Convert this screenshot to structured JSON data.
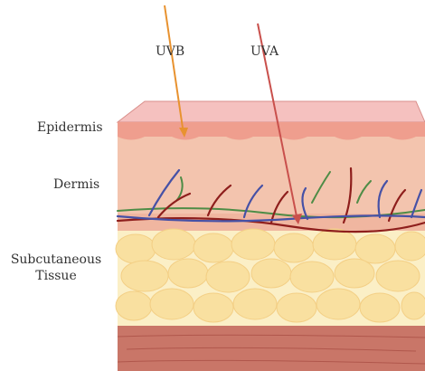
{
  "rays": {
    "uvb": {
      "label": "UVB",
      "color": "#e8922f"
    },
    "uva": {
      "label": "UVA",
      "color": "#c9504c"
    }
  },
  "layers": {
    "epidermis": {
      "label": "Epidermis",
      "top_color": "#f2b5b3",
      "color": "#ea9a8a"
    },
    "dermis": {
      "label": "Dermis",
      "color": "#f2c2ae"
    },
    "subcutaneous": {
      "label_line1": "Subcutaneous",
      "label_line2": "Tissue",
      "fat_color": "#f9e2a5",
      "base_color": "#fbf0c8"
    },
    "muscle": {
      "color": "#c77468"
    }
  },
  "vessels": {
    "artery_color": "#8e1e1c",
    "vein_color": "#4651a6",
    "lymph_color": "#4e8c46"
  }
}
